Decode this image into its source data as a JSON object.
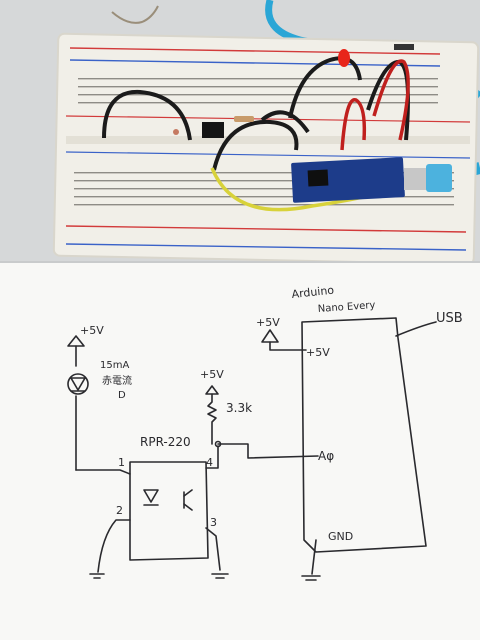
{
  "photo": {
    "colors": {
      "table": "#dcdedf",
      "breadboard": "#f1efe8",
      "breadboard_edge": "#d9d6cc",
      "rail_red": "#d23a3a",
      "rail_blue": "#3a62c8",
      "usb_cable": "#2aa6d6",
      "board_blue": "#1d3c8a",
      "paper": "#f8f8f6",
      "ink": "#2a2a2e",
      "wire_black": "#1b1b1b",
      "wire_red": "#c0201e",
      "wire_yellow": "#d8d23a"
    },
    "icons": {
      "led": "red-led-icon",
      "sensor": "pyroelectric-sensor-icon",
      "resistor": "resistor-icon",
      "board": "arduino-nano-every-icon"
    }
  },
  "schematic": {
    "board_title_line1": "Arduino",
    "board_title_line2": "Nano Every",
    "usb_label": "USB",
    "pin_5v_label": "+5V",
    "pin_a0_label": "Aφ",
    "pin_gnd_label": "GND",
    "supply_left": "+5V",
    "supply_middle": "+5V",
    "supply_right": "+5V",
    "led_current": "15mA",
    "led_kanji": "赤電流",
    "led_symbol": "D",
    "resistor_value": "3.3k",
    "sensor_name": "RPR-220",
    "pin1": "1",
    "pin2": "2",
    "pin3": "3",
    "pin4": "4"
  }
}
